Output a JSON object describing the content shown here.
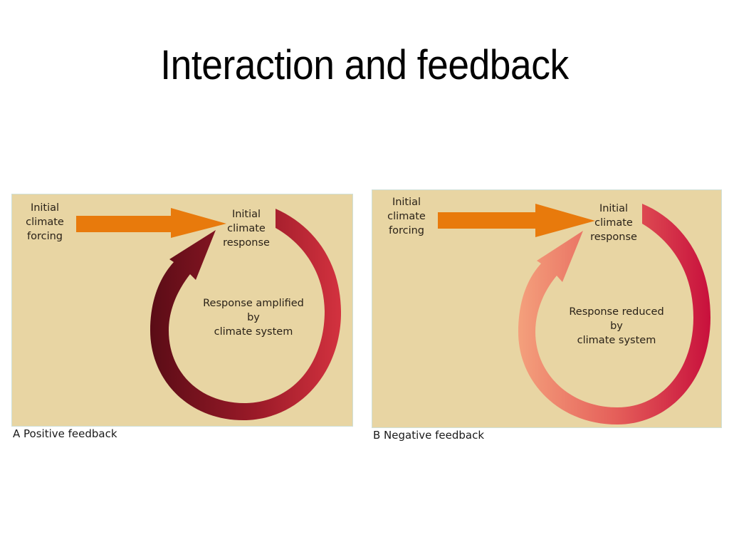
{
  "slide": {
    "title": "Interaction and feedback"
  },
  "panels": [
    {
      "id": "A",
      "caption": "A  Positive feedback",
      "forcing_label": [
        "Initial",
        "climate",
        "forcing"
      ],
      "response_label": [
        "Initial",
        "climate",
        "response"
      ],
      "loop_label": [
        "Response amplified",
        "by",
        "climate system"
      ],
      "colors": {
        "background": "#e8d5a3",
        "forcing_arrow": "#e87a0c",
        "loop_start": "#d0303d",
        "loop_end": "#5a0c16"
      }
    },
    {
      "id": "B",
      "caption": "B  Negative feedback",
      "forcing_label": [
        "Initial",
        "climate",
        "forcing"
      ],
      "response_label": [
        "Initial",
        "climate",
        "response"
      ],
      "loop_label": [
        "Response reduced",
        "by",
        "climate system"
      ],
      "colors": {
        "background": "#e8d5a3",
        "forcing_arrow": "#e87a0c",
        "loop_start": "#c8103c",
        "loop_end": "#f4a07c"
      }
    }
  ]
}
